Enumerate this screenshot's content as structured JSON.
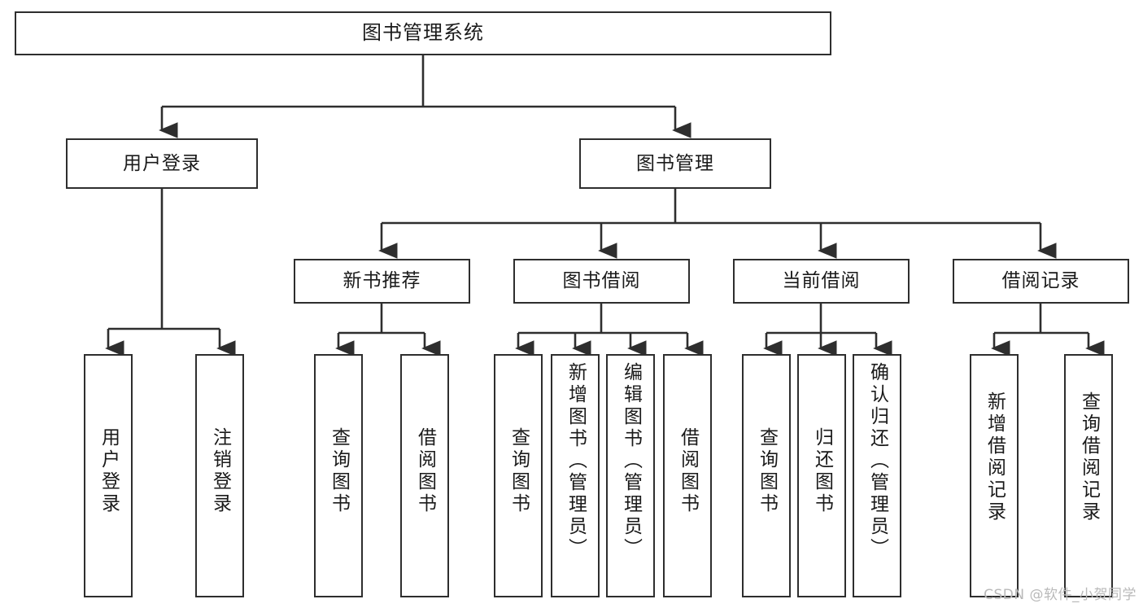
{
  "diagram": {
    "type": "tree-hierarchy-chart",
    "title": "图书管理系统",
    "stroke_color": "#2e2e2e",
    "background_color": "#ffffff",
    "text_color": "#1a1a1a",
    "nodes": {
      "root": {
        "label": "图书管理系统"
      },
      "level2": [
        {
          "id": "user-login",
          "label": "用户登录"
        },
        {
          "id": "book-manage",
          "label": "图书管理"
        }
      ],
      "level3": [
        {
          "id": "new-book-recommend",
          "label": "新书推荐"
        },
        {
          "id": "book-borrow",
          "label": "图书借阅"
        },
        {
          "id": "current-borrow",
          "label": "当前借阅"
        },
        {
          "id": "borrow-record",
          "label": "借阅记录"
        }
      ],
      "leaves": {
        "user_login": [
          {
            "id": "leaf-user-login",
            "label": "用户登录"
          },
          {
            "id": "leaf-logout-login",
            "label": "注销登录"
          }
        ],
        "new_book_recommend": [
          {
            "id": "leaf-query-book-1",
            "label": "查询图书"
          },
          {
            "id": "leaf-borrow-book-1",
            "label": "借阅图书"
          }
        ],
        "book_borrow": [
          {
            "id": "leaf-query-book-2",
            "label": "查询图书"
          },
          {
            "id": "leaf-add-book-admin",
            "label": "新增图书（管理员）"
          },
          {
            "id": "leaf-edit-book-admin",
            "label": "编辑图书（管理员）"
          },
          {
            "id": "leaf-borrow-book-2",
            "label": "借阅图书"
          }
        ],
        "current_borrow": [
          {
            "id": "leaf-query-book-3",
            "label": "查询图书"
          },
          {
            "id": "leaf-return-book",
            "label": "归还图书"
          },
          {
            "id": "leaf-confirm-return-admin",
            "label": "确认归还（管理员）"
          }
        ],
        "borrow_record": [
          {
            "id": "leaf-add-borrow-record",
            "label": "新增借阅记录"
          },
          {
            "id": "leaf-query-borrow-record",
            "label": "查询借阅记录"
          }
        ]
      }
    }
  },
  "watermark": {
    "text": "CSDN @软件_小贺同学"
  }
}
